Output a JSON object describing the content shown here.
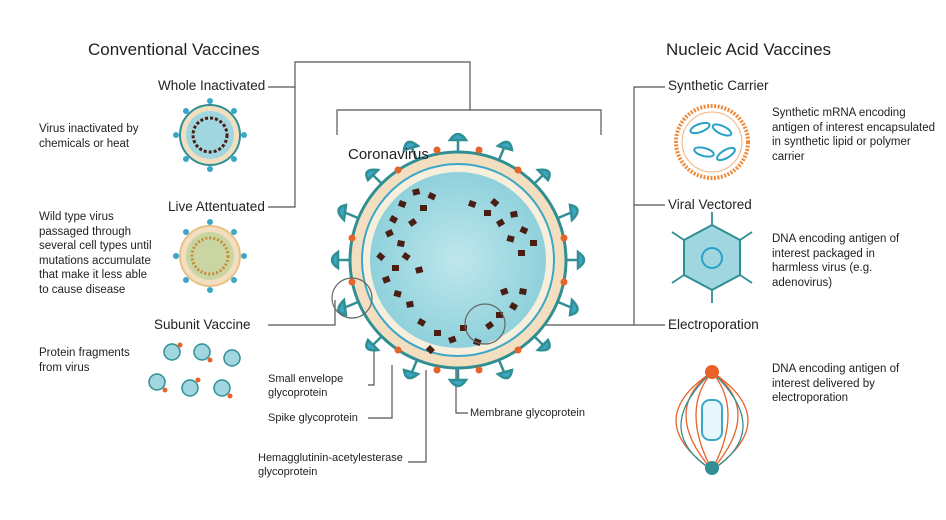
{
  "left_heading": "Conventional Vaccines",
  "right_heading": "Nucleic Acid Vaccines",
  "center_label": "Coronavirus",
  "conventional": {
    "whole_inactivated": {
      "title": "Whole Inactivated",
      "desc": "Virus inactivated by chemicals or heat"
    },
    "live_attenuated": {
      "title": "Live Attentuated",
      "desc": "Wild type virus passaged through several cell types until mutations accumulate that make it less able to cause disease"
    },
    "subunit": {
      "title": "Subunit Vaccine",
      "desc": "Protein fragments from virus"
    }
  },
  "nucleic": {
    "synthetic_carrier": {
      "title": "Synthetic Carrier",
      "desc": "Synthetic mRNA encoding antigen of interest encapsulated in synthetic lipid or polymer carrier"
    },
    "viral_vectored": {
      "title": "Viral Vectored",
      "desc": "DNA encoding antigen of interest packaged in harmless virus (e.g. adenovirus)"
    },
    "electroporation": {
      "title": "Electroporation",
      "desc": "DNA encoding antigen of interest delivered by electroporation"
    }
  },
  "proteins": {
    "small_envelope": "Small envelope glycoprotein",
    "spike": "Spike glycoprotein",
    "hemagglutinin": "Hemagglutinin-acetylesterase glycoprotein",
    "membrane": "Membrane glycoprotein"
  },
  "colors": {
    "teal": "#2f8f93",
    "light_blue": "#9fd6df",
    "cyan": "#3aa7c7",
    "dark_brown": "#4a1e12",
    "orange": "#e8622a",
    "lipid": "#f3dfc0"
  }
}
